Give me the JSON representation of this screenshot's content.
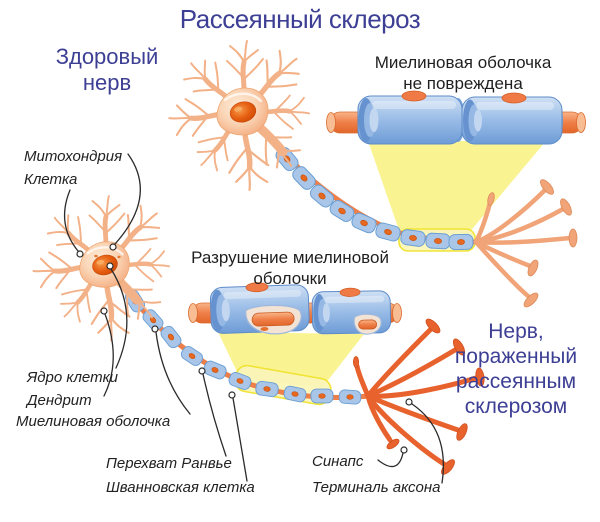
{
  "title": "Рассеянный склероз",
  "headings": {
    "healthy": {
      "lines": [
        "Здоровый",
        "нерв"
      ]
    },
    "affected": {
      "lines": [
        "Нерв,",
        "пораженный",
        "рассеянным",
        "склерозом"
      ]
    },
    "intact": {
      "lines": [
        "Миелиновая оболочка",
        "не повреждена"
      ]
    },
    "destruction": {
      "lines": [
        "Разрушение миелиновой",
        "оболочки"
      ]
    }
  },
  "labels": {
    "mitochondria": "Митохондрия",
    "cell": "Клетка",
    "nucleus": "Ядро клетки",
    "dendrite": "Дендрит",
    "myelin": "Миелиновая оболочка",
    "ranvier": "Перехват Ранвье",
    "schwann": "Шванновская клетка",
    "synapse": "Синапс",
    "axon_terminal": "Терминаль аксона"
  },
  "colors": {
    "heading_blue": "#3d3f94",
    "label_black": "#222222",
    "neuron_peach": "#f8c9a4",
    "nucleus_orange": "#e65f12",
    "myelin_blue": "#a9c6e9",
    "axon_orange": "#ef7f48",
    "terminal_orange": "#e8622e",
    "beam_yellow": "#f9f285"
  }
}
